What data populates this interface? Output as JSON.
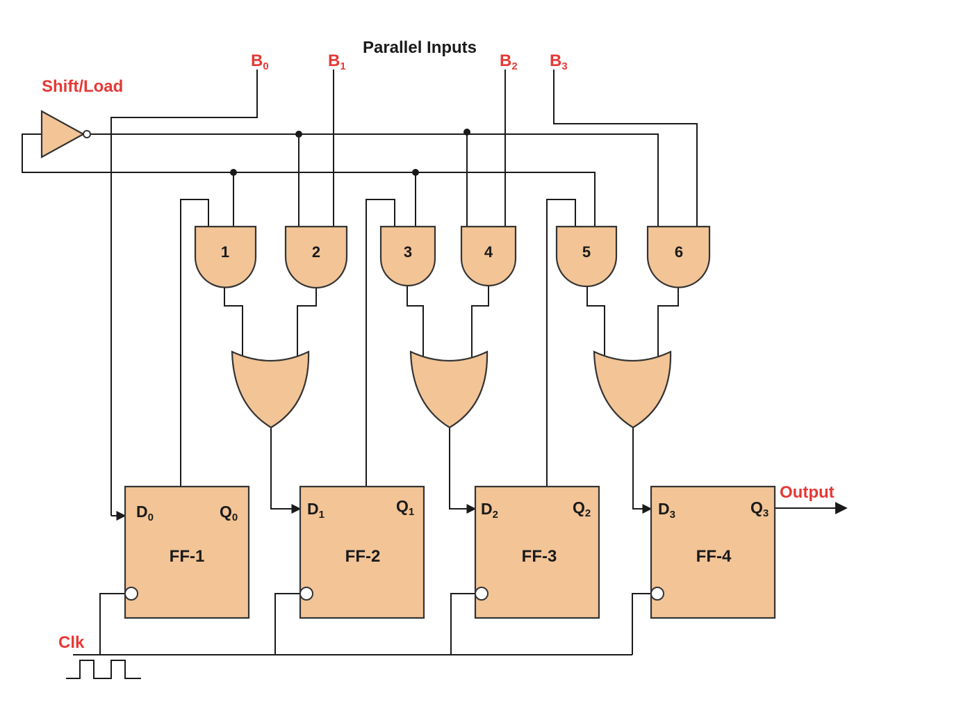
{
  "colors": {
    "gate_fill": "#f2c496",
    "gate_stroke": "#333333",
    "label_red": "#e53935",
    "wire": "#1a1a1a"
  },
  "title": "Parallel Inputs",
  "inputs": {
    "shift_load": "Shift/Load",
    "b0": {
      "base": "B",
      "sub": "0"
    },
    "b1": {
      "base": "B",
      "sub": "1"
    },
    "b2": {
      "base": "B",
      "sub": "2"
    },
    "b3": {
      "base": "B",
      "sub": "3"
    }
  },
  "and_gates": [
    "1",
    "2",
    "3",
    "4",
    "5",
    "6"
  ],
  "flip_flops": [
    {
      "name": "FF-1",
      "d": {
        "base": "D",
        "sub": "0"
      },
      "q": {
        "base": "Q",
        "sub": "0"
      }
    },
    {
      "name": "FF-2",
      "d": {
        "base": "D",
        "sub": "1"
      },
      "q": {
        "base": "Q",
        "sub": "1"
      }
    },
    {
      "name": "FF-3",
      "d": {
        "base": "D",
        "sub": "2"
      },
      "q": {
        "base": "Q",
        "sub": "2"
      }
    },
    {
      "name": "FF-4",
      "d": {
        "base": "D",
        "sub": "3"
      },
      "q": {
        "base": "Q",
        "sub": "3"
      }
    }
  ],
  "output_label": "Output",
  "clock_label": "Clk"
}
